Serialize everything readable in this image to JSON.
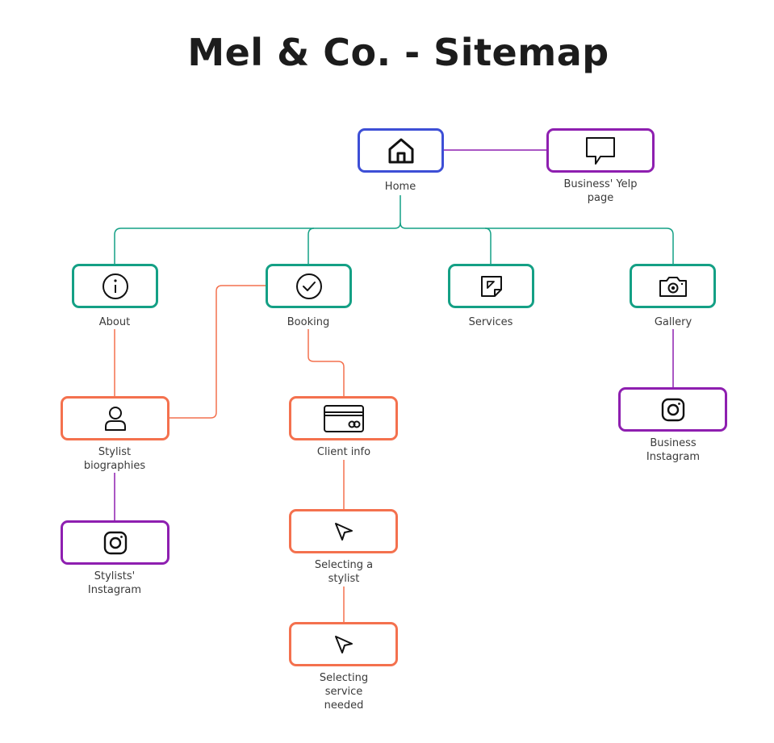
{
  "title": "Mel & Co. - Sitemap",
  "colors": {
    "home": "#3d4fd6",
    "external": "#8e1fb0",
    "section": "#14a085",
    "booking_flow": "#f4714e"
  },
  "nodes": {
    "home": {
      "label": "Home",
      "icon": "home-icon"
    },
    "yelp": {
      "label": "Business' Yelp\npage",
      "icon": "speech-bubble-icon"
    },
    "about": {
      "label": "About",
      "icon": "info-icon"
    },
    "booking": {
      "label": "Booking",
      "icon": "check-circle-icon"
    },
    "services": {
      "label": "Services",
      "icon": "note-icon"
    },
    "gallery": {
      "label": "Gallery",
      "icon": "camera-icon"
    },
    "stylist_bios": {
      "label": "Stylist\nbiographies",
      "icon": "user-icon"
    },
    "client_info": {
      "label": "Client info",
      "icon": "credit-card-icon"
    },
    "business_instagram": {
      "label": "Business\nInstagram",
      "icon": "instagram-icon"
    },
    "stylists_instagram": {
      "label": "Stylists'\nInstagram",
      "icon": "instagram-icon"
    },
    "selecting_stylist": {
      "label": "Selecting a\nstylist",
      "icon": "cursor-icon"
    },
    "selecting_service": {
      "label": "Selecting\nservice\nneeded",
      "icon": "cursor-icon"
    }
  }
}
